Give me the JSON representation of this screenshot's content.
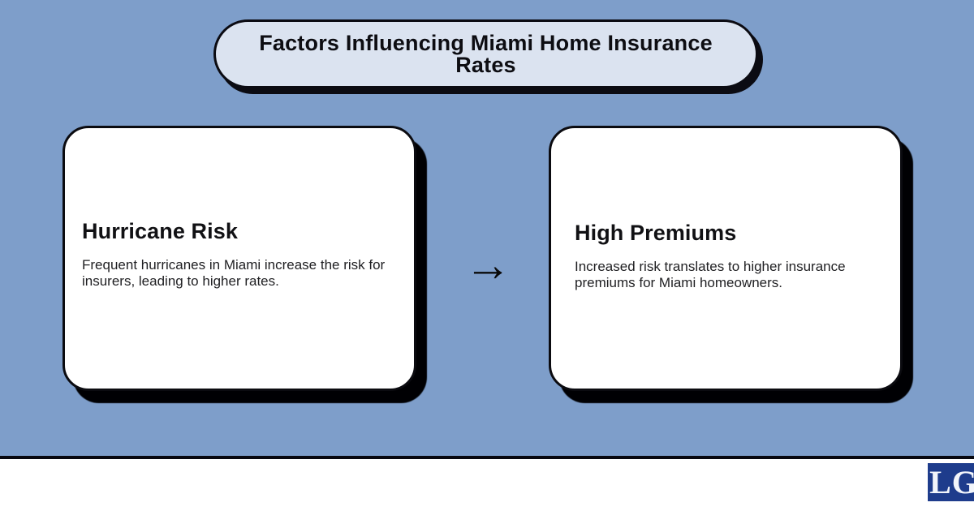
{
  "page": {
    "background_color": "#7e9eca",
    "footer_background_color": "#ffffff",
    "separator_color": "#07070e",
    "border_color": "#0b0b10",
    "card_fill": "#ffffff",
    "pill_fill": "#dbe3f0",
    "text_color": "#111114"
  },
  "header": {
    "title": "Factors Influencing Miami Home Insurance Rates",
    "title_line1": "Factors Influencing Miami Home Insurance",
    "title_line2": "Rates"
  },
  "cards": [
    {
      "title": "Hurricane Risk",
      "description": "Frequent hurricanes in Miami increase the risk for insurers, leading to higher rates."
    },
    {
      "title": "High Premiums",
      "description": "Increased risk translates to higher insurance premiums for Miami homeowners."
    }
  ],
  "connector": {
    "arrow_icon": "→"
  },
  "footer": {
    "logo_text": "LG",
    "logo_color": "#1e3c8c"
  }
}
